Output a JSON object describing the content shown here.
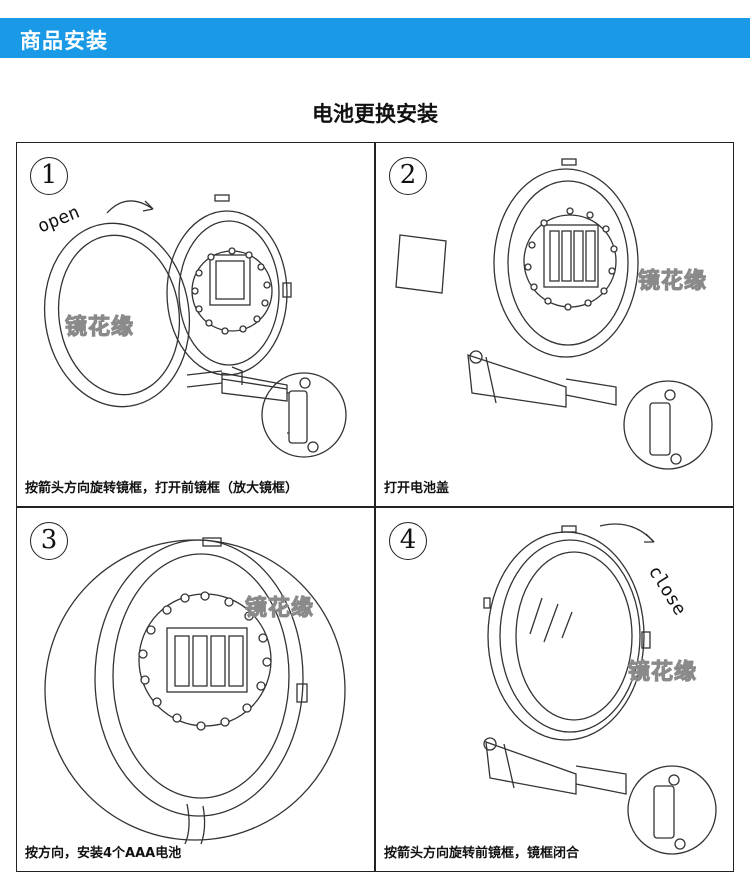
{
  "header": {
    "title": "商品安装",
    "color": "#1a9ae6"
  },
  "section": {
    "title": "电池更换安装"
  },
  "watermark": "镜花缘",
  "steps": [
    {
      "number": "1",
      "caption": "按箭头方向旋转镜框，打开前镜框（放大镜框）",
      "word": "open"
    },
    {
      "number": "2",
      "caption": "打开电池盖"
    },
    {
      "number": "3",
      "caption": "按方向，安装4个AAA电池"
    },
    {
      "number": "4",
      "caption": "按箭头方向旋转前镜框，镜框闭合",
      "word": "close"
    }
  ]
}
